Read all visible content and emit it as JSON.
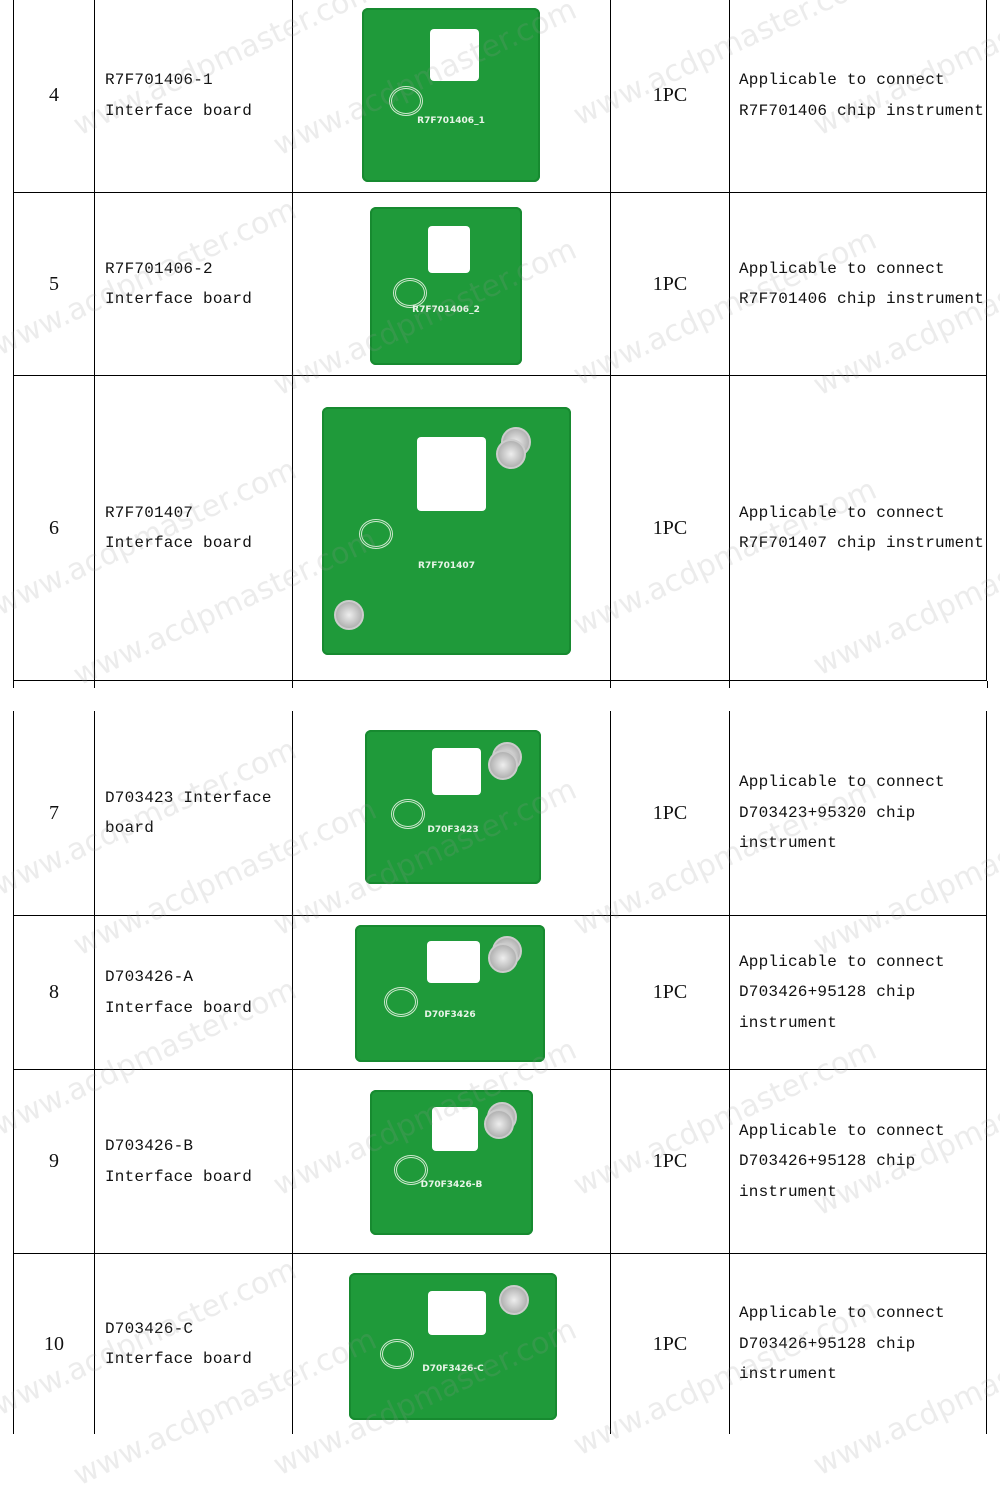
{
  "watermark": "www.acdpmaster.com",
  "rows": [
    {
      "no": "4",
      "name": [
        "R7F701406-1",
        "Interface board"
      ],
      "board_label": "R7F701406_1",
      "qty": "1PC",
      "desc": [
        "Applicable to connect",
        "R7F701406 chip instrument"
      ]
    },
    {
      "no": "5",
      "name": [
        "R7F701406-2",
        "Interface board"
      ],
      "board_label": "R7F701406_2",
      "qty": "1PC",
      "desc": [
        "Applicable to connect",
        "R7F701406 chip instrument"
      ]
    },
    {
      "no": "6",
      "name": [
        "R7F701407",
        "Interface board"
      ],
      "board_label": "R7F701407",
      "qty": "1PC",
      "desc": [
        "Applicable to connect",
        "R7F701407 chip instrument"
      ]
    },
    {
      "no": "7",
      "name": [
        "D703423 Interface",
        "board"
      ],
      "board_label": "D70F3423",
      "qty": "1PC",
      "desc": [
        "Applicable to connect",
        "D703423+95320 chip",
        "instrument"
      ]
    },
    {
      "no": "8",
      "name": [
        "D703426-A",
        "Interface board"
      ],
      "board_label": "D70F3426",
      "qty": "1PC",
      "desc": [
        "Applicable to connect",
        "D703426+95128 chip",
        "instrument"
      ]
    },
    {
      "no": "9",
      "name": [
        "D703426-B",
        "Interface board"
      ],
      "board_label": "D70F3426-B",
      "qty": "1PC",
      "desc": [
        "Applicable to connect",
        "D703426+95128 chip",
        "instrument"
      ]
    },
    {
      "no": "10",
      "name": [
        "D703426-C",
        "Interface board"
      ],
      "board_label": "D70F3426-C",
      "qty": "1PC",
      "desc": [
        "Applicable to connect",
        "D703426+95128 chip",
        "instrument"
      ]
    }
  ]
}
